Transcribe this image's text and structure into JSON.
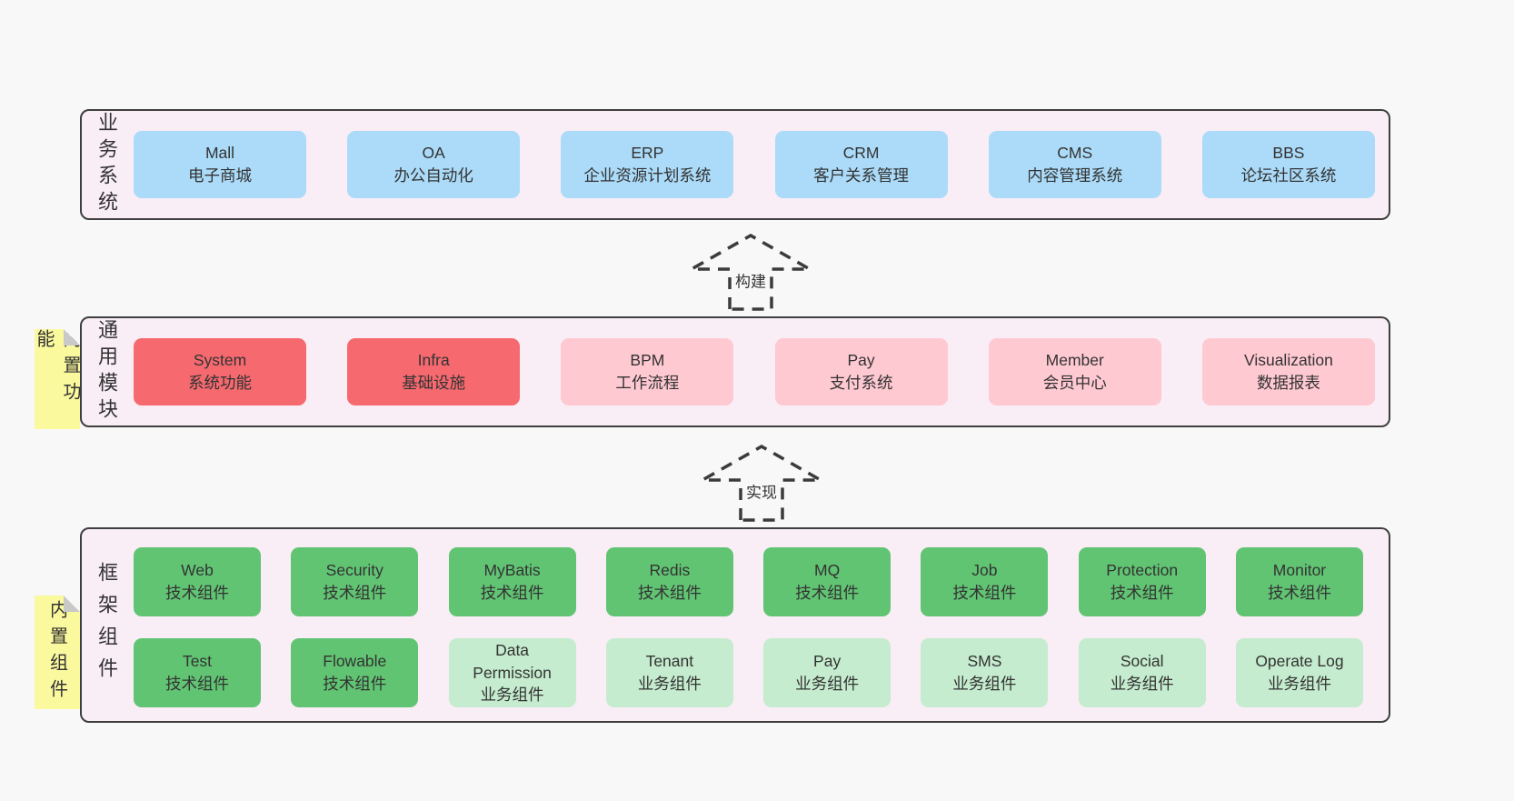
{
  "colors": {
    "page_bg": "#f8f8f8",
    "band_bg": "#f9edf6",
    "band_border": "#3f3f3f",
    "blue_box": "#abdbf8",
    "red_box": "#f5696f",
    "pink_box": "#ffc9d2",
    "green_box": "#61c473",
    "green_light_box": "#c5ecce",
    "sticky_yellow": "#fbf99e",
    "sticky_fold": "#c9c9c9",
    "text": "#333333"
  },
  "arrows": {
    "build": "构建",
    "implement": "实现"
  },
  "bands": {
    "business": {
      "label": "业务系统",
      "items": [
        {
          "en": "Mall",
          "zh": "电子商城"
        },
        {
          "en": "OA",
          "zh": "办公自动化"
        },
        {
          "en": "ERP",
          "zh": "企业资源计划系统"
        },
        {
          "en": "CRM",
          "zh": "客户关系管理"
        },
        {
          "en": "CMS",
          "zh": "内容管理系统"
        },
        {
          "en": "BBS",
          "zh": "论坛社区系统"
        }
      ]
    },
    "modules": {
      "label": "通用模块",
      "sticky": "内置功能",
      "items": [
        {
          "en": "System",
          "zh": "系统功能"
        },
        {
          "en": "Infra",
          "zh": "基础设施"
        },
        {
          "en": "BPM",
          "zh": "工作流程"
        },
        {
          "en": "Pay",
          "zh": "支付系统"
        },
        {
          "en": "Member",
          "zh": "会员中心"
        },
        {
          "en": "Visualization",
          "zh": "数据报表"
        }
      ]
    },
    "components": {
      "label": "框架组件",
      "sticky": "内置组件",
      "row1": [
        {
          "en": "Web",
          "zh": "技术组件"
        },
        {
          "en": "Security",
          "zh": "技术组件"
        },
        {
          "en": "MyBatis",
          "zh": "技术组件"
        },
        {
          "en": "Redis",
          "zh": "技术组件"
        },
        {
          "en": "MQ",
          "zh": "技术组件"
        },
        {
          "en": "Job",
          "zh": "技术组件"
        },
        {
          "en": "Protection",
          "zh": "技术组件"
        },
        {
          "en": "Monitor",
          "zh": "技术组件"
        }
      ],
      "row2": [
        {
          "en": "Test",
          "zh": "技术组件"
        },
        {
          "en": "Flowable",
          "zh": "技术组件"
        },
        {
          "en": "Data Permission",
          "zh": "业务组件"
        },
        {
          "en": "Tenant",
          "zh": "业务组件"
        },
        {
          "en": "Pay",
          "zh": "业务组件"
        },
        {
          "en": "SMS",
          "zh": "业务组件"
        },
        {
          "en": "Social",
          "zh": "业务组件"
        },
        {
          "en": "Operate Log",
          "zh": "业务组件"
        }
      ]
    }
  }
}
